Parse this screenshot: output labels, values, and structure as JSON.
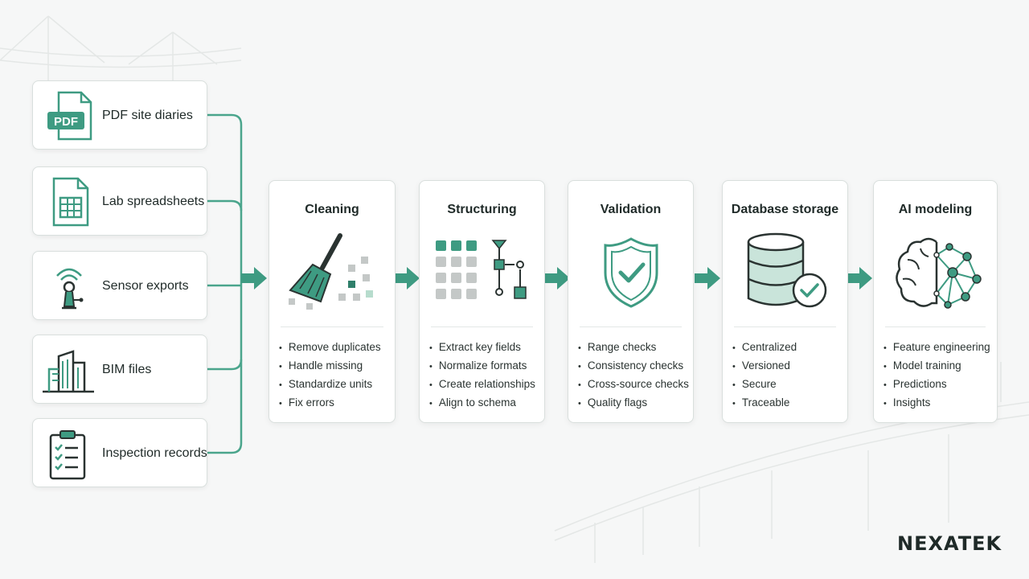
{
  "sources": [
    {
      "label": "PDF site diaries",
      "icon": "pdf-file-icon",
      "badge": "PDF"
    },
    {
      "label": "Lab spreadsheets",
      "icon": "spreadsheet-icon"
    },
    {
      "label": "Sensor exports",
      "icon": "sensor-icon"
    },
    {
      "label": "BIM files",
      "icon": "building-icon"
    },
    {
      "label": "Inspection records",
      "icon": "clipboard-checklist-icon"
    }
  ],
  "stages": [
    {
      "title": "Cleaning",
      "icon": "broom-icon",
      "items": [
        "Remove duplicates",
        "Handle missing",
        "Standardize units",
        "Fix errors"
      ]
    },
    {
      "title": "Structuring",
      "icon": "grid-structure-icon",
      "items": [
        "Extract key fields",
        "Normalize formats",
        "Create relationships",
        "Align to schema"
      ]
    },
    {
      "title": "Validation",
      "icon": "shield-check-icon",
      "items": [
        "Range checks",
        "Consistency checks",
        "Cross-source checks",
        "Quality flags"
      ]
    },
    {
      "title": "Database storage",
      "icon": "database-check-icon",
      "items": [
        "Centralized",
        "Versioned",
        "Secure",
        "Traceable"
      ]
    },
    {
      "title": "AI modeling",
      "icon": "brain-network-icon",
      "items": [
        "Feature engineering",
        "Model training",
        "Predictions",
        "Insights"
      ]
    }
  ],
  "brand": {
    "logo_text": "NEXATEK"
  },
  "colors": {
    "accent": "#3e9b82",
    "accent_dark": "#2f7f6a",
    "text": "#1f2a28"
  }
}
